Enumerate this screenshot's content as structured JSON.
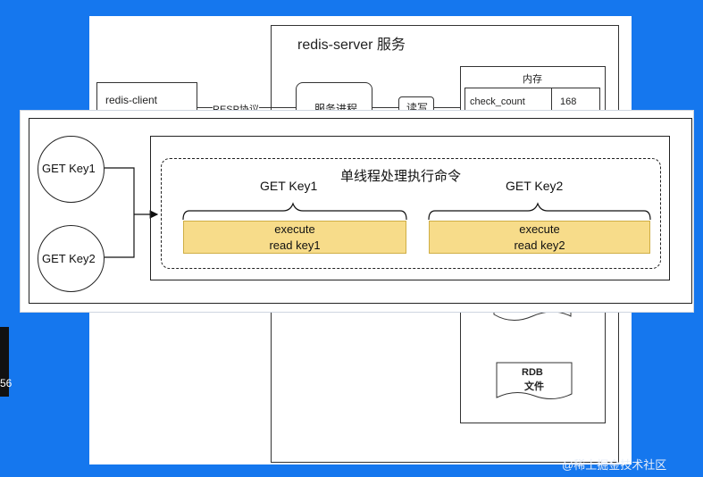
{
  "background_diagram": {
    "server_title": "redis-server 服务",
    "client_label": "redis-client",
    "protocol_label": "RESP协议",
    "process_label": "服务进程",
    "read_write_label": "读写",
    "memory_title": "内存",
    "memory_table": {
      "key": "check_count",
      "value": "168"
    },
    "rdb_file_label_line1": "RDB",
    "rdb_file_label_line2": "文件"
  },
  "left_strip_text": "56",
  "footer_watermark": "@稀土掘金技术社区",
  "overlay": {
    "requests": [
      {
        "label": "GET Key1"
      },
      {
        "label": "GET Key2"
      }
    ],
    "thread_title": "单线程处理执行命令",
    "commands": [
      {
        "label": "GET Key1",
        "action": "execute",
        "target": "read key1"
      },
      {
        "label": "GET Key2",
        "action": "execute",
        "target": "read key2"
      }
    ]
  },
  "colors": {
    "page_background": "#1577ee",
    "execute_fill": "#f7dc8a",
    "execute_border": "#cfae45"
  }
}
